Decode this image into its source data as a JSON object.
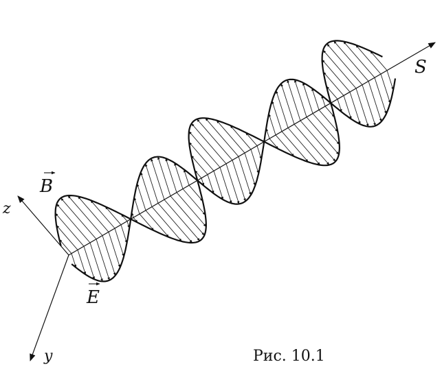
{
  "labels": {
    "s": "S",
    "b": "B",
    "e": "E",
    "z": "z",
    "y": "y"
  },
  "caption": "Рис. 10.1",
  "colors": {
    "line": "#111111",
    "background": "#ffffff"
  }
}
